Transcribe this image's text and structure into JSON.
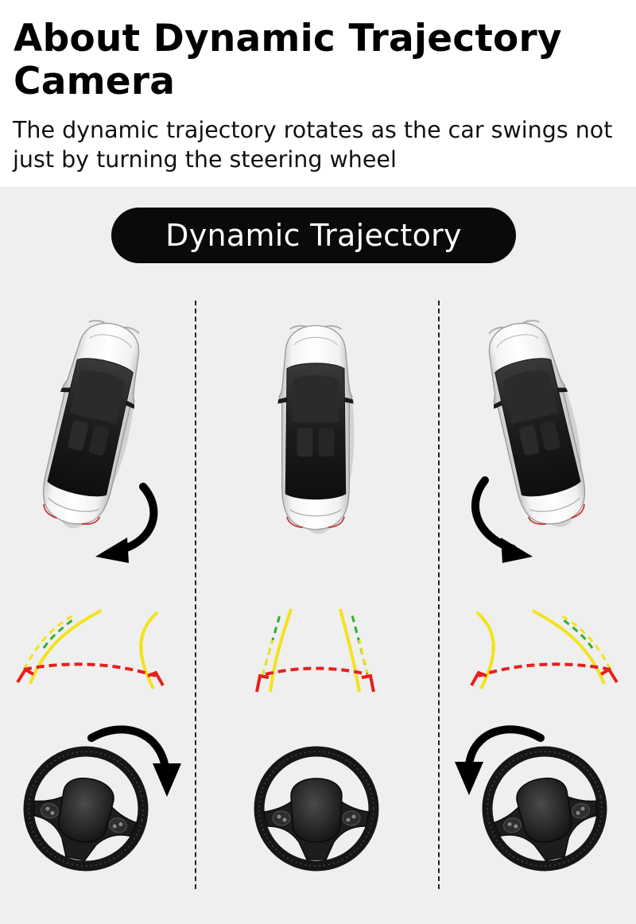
{
  "header": {
    "title": "About Dynamic Trajectory Camera",
    "subtitle": "The dynamic trajectory rotates as the car swings not just by turning the steering wheel"
  },
  "badge": {
    "label": "Dynamic Trajectory"
  },
  "colors": {
    "guide_green": "#2fae2f",
    "guide_yellow": "#f2e31c",
    "guide_red": "#e4201e",
    "pill_background": "#0a0a0a",
    "panel_background": "#efefef"
  },
  "columns": [
    {
      "id": "left",
      "car": "car-rotated-icon",
      "arrow": "curved-arrow-left-icon",
      "wheel": "steering-wheel-turn-right-icon"
    },
    {
      "id": "center",
      "car": "car-straight-icon",
      "arrow": "none",
      "wheel": "steering-wheel-straight-icon"
    },
    {
      "id": "right",
      "car": "car-rotated-icon",
      "arrow": "curved-arrow-right-icon",
      "wheel": "steering-wheel-turn-left-icon"
    }
  ]
}
